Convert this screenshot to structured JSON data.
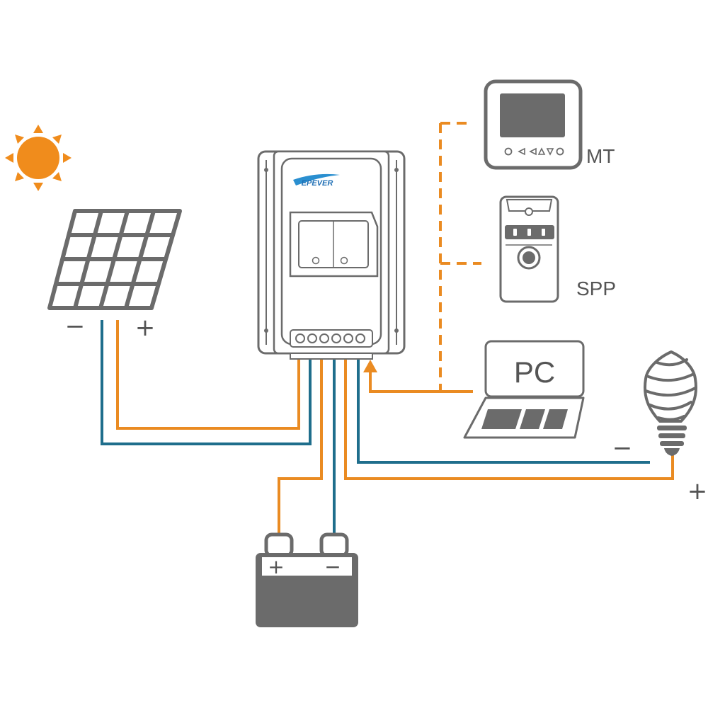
{
  "colors": {
    "orange": "#ea8b22",
    "blue": "#1f6e8c",
    "gray": "#6b6b6b",
    "dark": "#444444",
    "sun": "#f08c1c"
  },
  "controller": {
    "brand": "EPEVER"
  },
  "devices": {
    "mt": {
      "label": "MT"
    },
    "spp": {
      "label": "SPP"
    },
    "pc": {
      "label": "PC"
    }
  },
  "solar": {
    "minus": "−",
    "plus": "+"
  },
  "battery": {
    "plus": "+",
    "minus": "−"
  },
  "load": {
    "minus": "−",
    "plus": "+"
  },
  "icons": [
    "sun-icon",
    "solar-panel-icon",
    "battery-icon",
    "bulb-icon",
    "laptop-icon",
    "remote-meter-icon",
    "spp-icon",
    "charge-controller-icon"
  ]
}
